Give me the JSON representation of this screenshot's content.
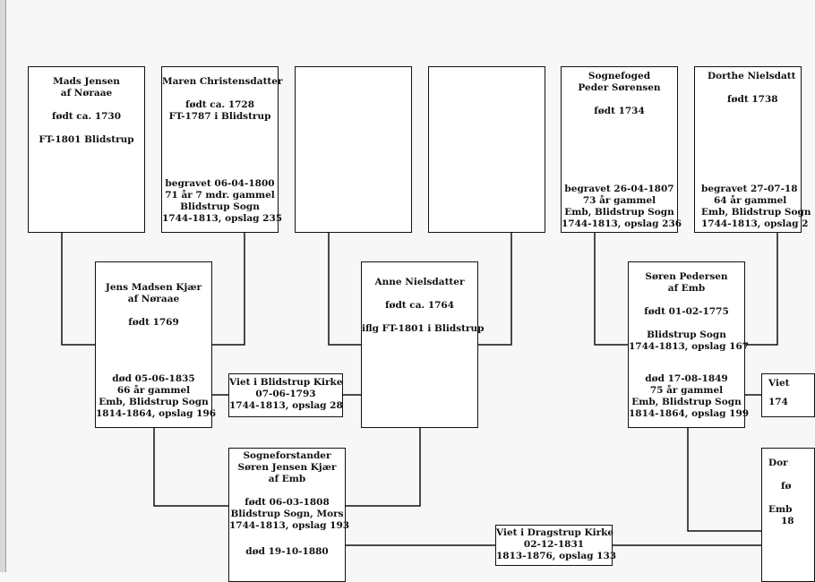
{
  "boxes": {
    "mads": {
      "lines": [
        "Mads Jensen",
        "af Nøraae",
        "",
        "født ca. 1730",
        "",
        "FT-1801 Blidstrup"
      ]
    },
    "maren": {
      "top": [
        "Maren Christensdatter",
        "",
        "født ca. 1728",
        "FT-1787 i Blidstrup"
      ],
      "bottom": [
        "begravet 06-04-1800",
        "71 år 7 mdr. gammel",
        "Blidstrup Sogn",
        "1744-1813, opslag 235"
      ]
    },
    "peder": {
      "top": [
        "Sognefoged",
        "Peder Sørensen",
        "",
        "født 1734"
      ],
      "bottom": [
        "begravet 26-04-1807",
        "73 år gammel",
        "Emb, Blidstrup Sogn",
        "1744-1813, opslag 236"
      ]
    },
    "dorthe": {
      "top": [
        "Dorthe Nielsdatt",
        "",
        "født 1738"
      ],
      "bottom": [
        "begravet 27-07-18",
        "64 år gammel",
        "Emb, Blidstrup Sogn",
        "1744-1813, opslag 2"
      ]
    },
    "jens": {
      "top": [
        "Jens  Madsen Kjær",
        "af Nøraae",
        "",
        "født 1769"
      ],
      "bottom": [
        "død 05-06-1835",
        "66 år gammel",
        "Emb, Blidstrup Sogn",
        "1814-1864, opslag 196"
      ]
    },
    "anne": {
      "lines": [
        "Anne Nielsdatter",
        "",
        "født ca. 1764",
        "",
        "iflg FT-1801 i Blidstrup"
      ]
    },
    "soren_p": {
      "top": [
        "Søren Pedersen",
        "af Emb",
        "",
        "født  01-02-1775",
        "",
        "Blidstrup Sogn",
        "1744-1813, opslag 167"
      ],
      "bottom": [
        "død 17-08-1849",
        "75 år gammel",
        "Emb, Blidstrup Sogn",
        "1814-1864, opslag 199"
      ]
    },
    "viet1": {
      "lines": [
        "Viet i Blidstrup Kirke",
        "07-06-1793",
        "1744-1813, opslag 28"
      ]
    },
    "viet_right": {
      "lines": [
        "Viet",
        "174"
      ]
    },
    "soren_jk": {
      "lines": [
        "Sogneforstander",
        "Søren Jensen Kjær",
        "af  Emb",
        "",
        "født 06-03-1808",
        "Blidstrup Sogn, Mors",
        "1744-1813, opslag 193",
        "",
        "",
        "død 19-10-1880"
      ]
    },
    "viet2": {
      "lines": [
        "Viet i Dragstrup Kirke",
        "02-12-1831",
        "1813-1876, opslag 133"
      ]
    },
    "dor_right": {
      "lines": [
        "Dor",
        "",
        "fø",
        "",
        "Emb",
        "18"
      ]
    }
  }
}
